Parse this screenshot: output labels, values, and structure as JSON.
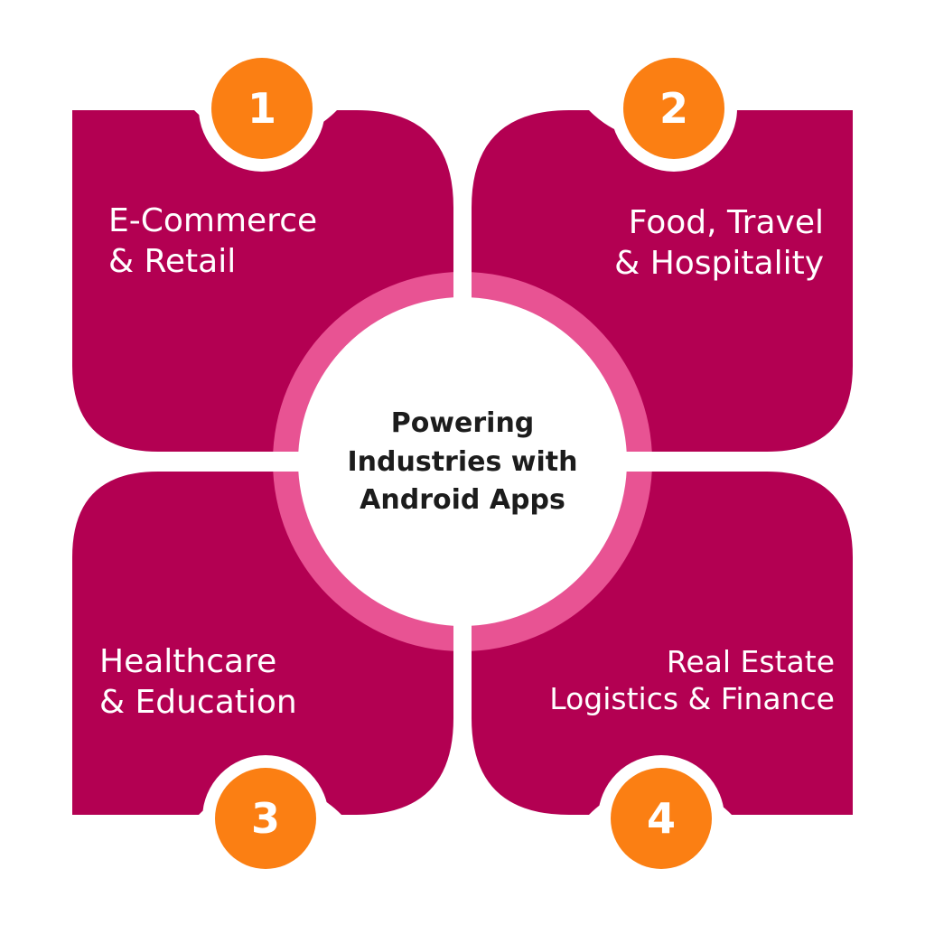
{
  "colors": {
    "panel": "#b30052",
    "ring": "#e85393",
    "badge": "#fb7f13",
    "center_fill": "#ffffff",
    "center_text": "#1c1c1c"
  },
  "center": {
    "lines": [
      "Powering",
      "Industries with",
      "Android Apps"
    ]
  },
  "segments": [
    {
      "number": "1",
      "lines": [
        "E-Commerce",
        "& Retail"
      ]
    },
    {
      "number": "2",
      "lines": [
        "Food, Travel",
        "& Hospitality"
      ]
    },
    {
      "number": "3",
      "lines": [
        "Healthcare",
        "& Education"
      ]
    },
    {
      "number": "4",
      "lines": [
        "Real Estate",
        "Logistics & Finance"
      ]
    }
  ]
}
